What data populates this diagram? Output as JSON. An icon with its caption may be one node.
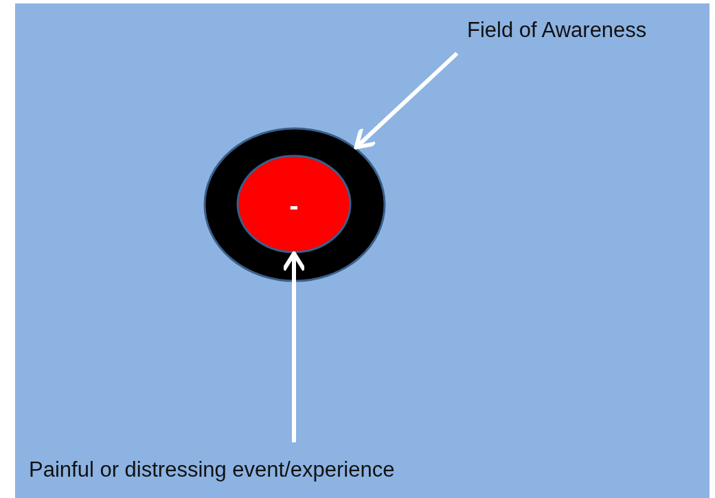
{
  "diagram": {
    "nodes": [
      {
        "text": [
          "Field of Awareness"
        ]
      },
      {
        "text": [],
        "shape": "circle"
      },
      {
        "text": [
          "-"
        ],
        "in": 1
      },
      {
        "text": [
          "Painful or distressing event/experience"
        ]
      }
    ],
    "edges": [
      {
        "from": 0,
        "to": 1,
        "arrow": "to"
      },
      {
        "from": 3,
        "to": 2,
        "arrow": "to"
      }
    ]
  }
}
